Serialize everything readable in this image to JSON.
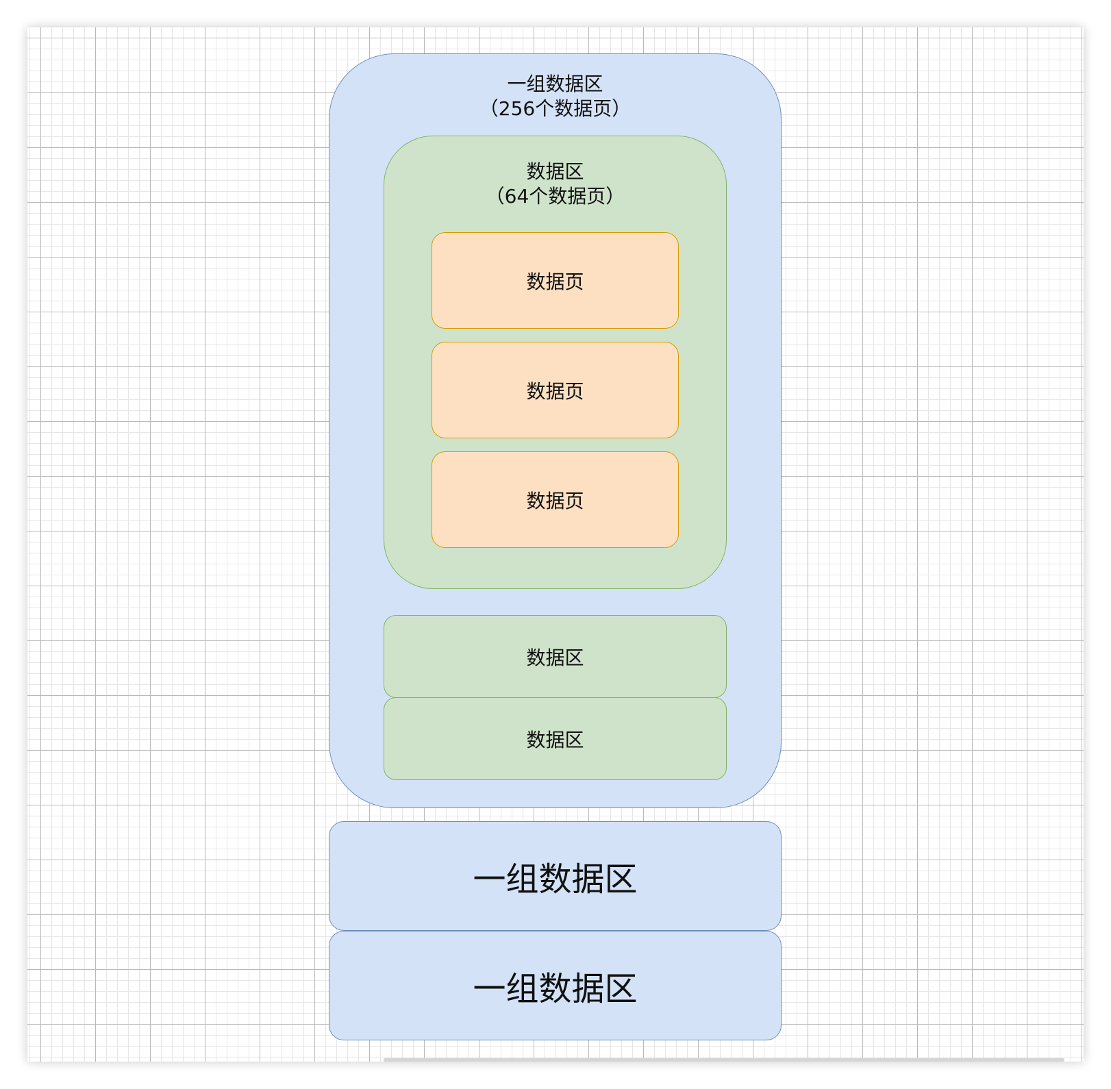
{
  "diagram": {
    "group_outer": {
      "title_line1": "一组数据区",
      "title_line2": "（256个数据页）"
    },
    "zone_outer": {
      "title_line1": "数据区",
      "title_line2": "（64个数据页）"
    },
    "pages": [
      "数据页",
      "数据页",
      "数据页"
    ],
    "zones": [
      "数据区",
      "数据区"
    ],
    "groups": [
      "一组数据区",
      "一组数据区"
    ]
  },
  "colors": {
    "group_fill": "#d4e2f7",
    "group_stroke": "#6c8ebf",
    "zone_fill": "#cfe3cb",
    "zone_stroke": "#82b366",
    "page_fill": "#fde0c2",
    "page_stroke": "#d79b00"
  }
}
